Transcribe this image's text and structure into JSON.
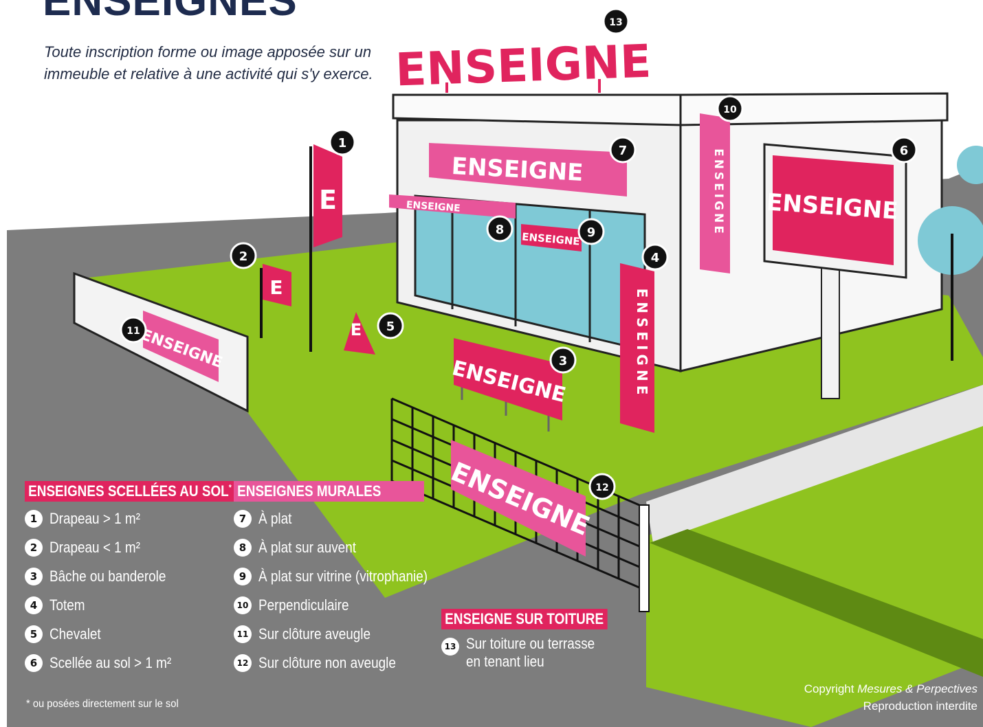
{
  "title": "ENSEIGNES",
  "subtitle": "Toute inscription forme ou image apposée sur un immeuble et relative à une activité qui s'y exerce.",
  "sign_word": "ENSEIGNE",
  "flag_letter": "E",
  "markers": [
    "1",
    "2",
    "3",
    "4",
    "5",
    "6",
    "7",
    "8",
    "9",
    "10",
    "11",
    "12",
    "13"
  ],
  "colors": {
    "pink": "#e0245e",
    "magenta": "#e8559a",
    "grass": "#8fc31f",
    "road": "#7a7a7a",
    "glass": "#7fc9d6",
    "navy": "#1d2b4f"
  },
  "sections": {
    "ground": {
      "heading": "ENSEIGNES SCELLÉES AU SOL",
      "heading_mark": "*",
      "items": [
        {
          "n": "1",
          "label": "Drapeau > 1 m²"
        },
        {
          "n": "2",
          "label": "Drapeau < 1 m²"
        },
        {
          "n": "3",
          "label": "Bâche ou banderole"
        },
        {
          "n": "4",
          "label": "Totem"
        },
        {
          "n": "5",
          "label": "Chevalet"
        },
        {
          "n": "6",
          "label": "Scellée au sol > 1 m²"
        }
      ],
      "footnote": "* ou posées directement sur le sol"
    },
    "wall": {
      "heading": "ENSEIGNES MURALES",
      "items": [
        {
          "n": "7",
          "label": "À plat"
        },
        {
          "n": "8",
          "label": "À plat sur auvent"
        },
        {
          "n": "9",
          "label": "À plat sur vitrine (vitrophanie)"
        },
        {
          "n": "10",
          "label": "Perpendiculaire"
        },
        {
          "n": "11",
          "label": "Sur clôture aveugle"
        },
        {
          "n": "12",
          "label": "Sur clôture non aveugle"
        }
      ]
    },
    "roof": {
      "heading": "ENSEIGNE SUR TOITURE",
      "items": [
        {
          "n": "13",
          "label_line1": "Sur toiture ou terrasse",
          "label_line2": "en tenant lieu"
        }
      ]
    }
  },
  "copyright": {
    "prefix": "Copyright",
    "brand": "Mesures & Perpectives",
    "line2": "Reproduction interdite"
  }
}
